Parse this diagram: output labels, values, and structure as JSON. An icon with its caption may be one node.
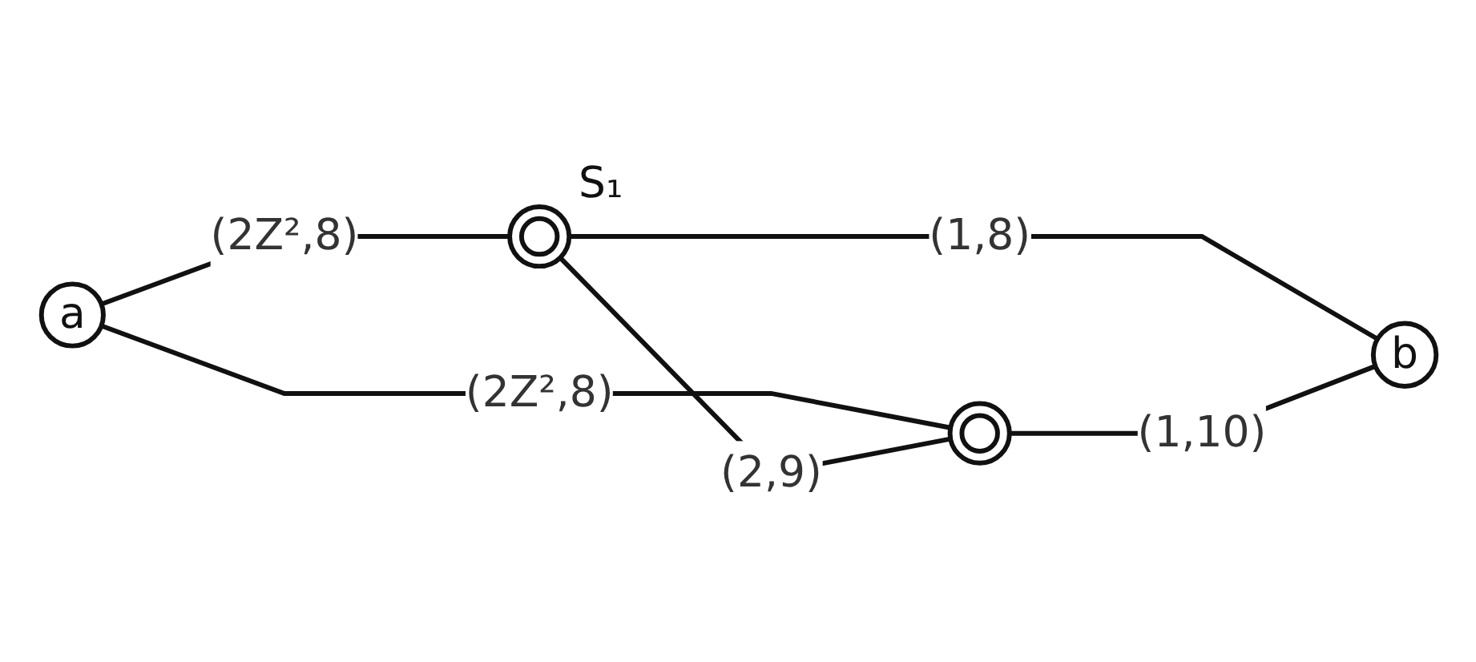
{
  "diagram": {
    "nodes": [
      {
        "text": [
          "a"
        ]
      },
      {
        "text": [],
        "shape": "circle",
        "beside": [
          "S₁"
        ]
      },
      {
        "text": [],
        "shape": "circle"
      },
      {
        "text": [
          "b"
        ]
      }
    ],
    "edges": [
      {
        "from": 0,
        "to": 1,
        "arrow": "none",
        "label": "(2Z²,8)"
      },
      {
        "from": 0,
        "to": 2,
        "arrow": "none",
        "label": "(2Z²,8)"
      },
      {
        "from": 1,
        "to": 2,
        "arrow": "none",
        "label": "(2,9)"
      },
      {
        "from": 1,
        "to": 3,
        "arrow": "none",
        "label": "(1,8)"
      },
      {
        "from": 2,
        "to": 3,
        "arrow": "none",
        "label": "(1,10)"
      }
    ]
  }
}
